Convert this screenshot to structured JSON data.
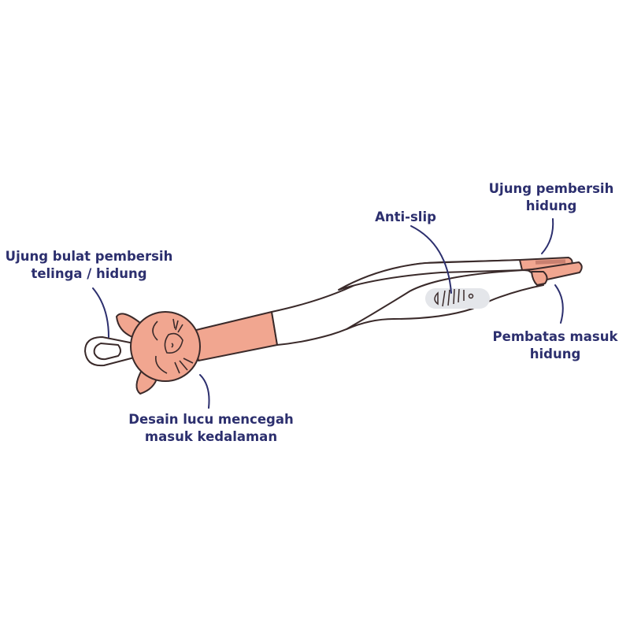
{
  "labels": {
    "round_tip": {
      "line1": "Ujung bulat pembersih",
      "line2": "telinga / hidung"
    },
    "cute_design": {
      "line1": "Desain lucu mencegah",
      "line2": "masuk kedalaman"
    },
    "anti_slip": {
      "line1": "Anti-slip"
    },
    "nose_tip": {
      "line1": "Ujung pembersih",
      "line2": "hidung"
    },
    "nose_stopper": {
      "line1": "Pembatas masuk",
      "line2": "hidung"
    }
  },
  "colors": {
    "text": "#2c2f6e",
    "accent_pink": "#f1a690",
    "outline": "#3a2a2a",
    "grip_grey": "#e4e6ea"
  }
}
